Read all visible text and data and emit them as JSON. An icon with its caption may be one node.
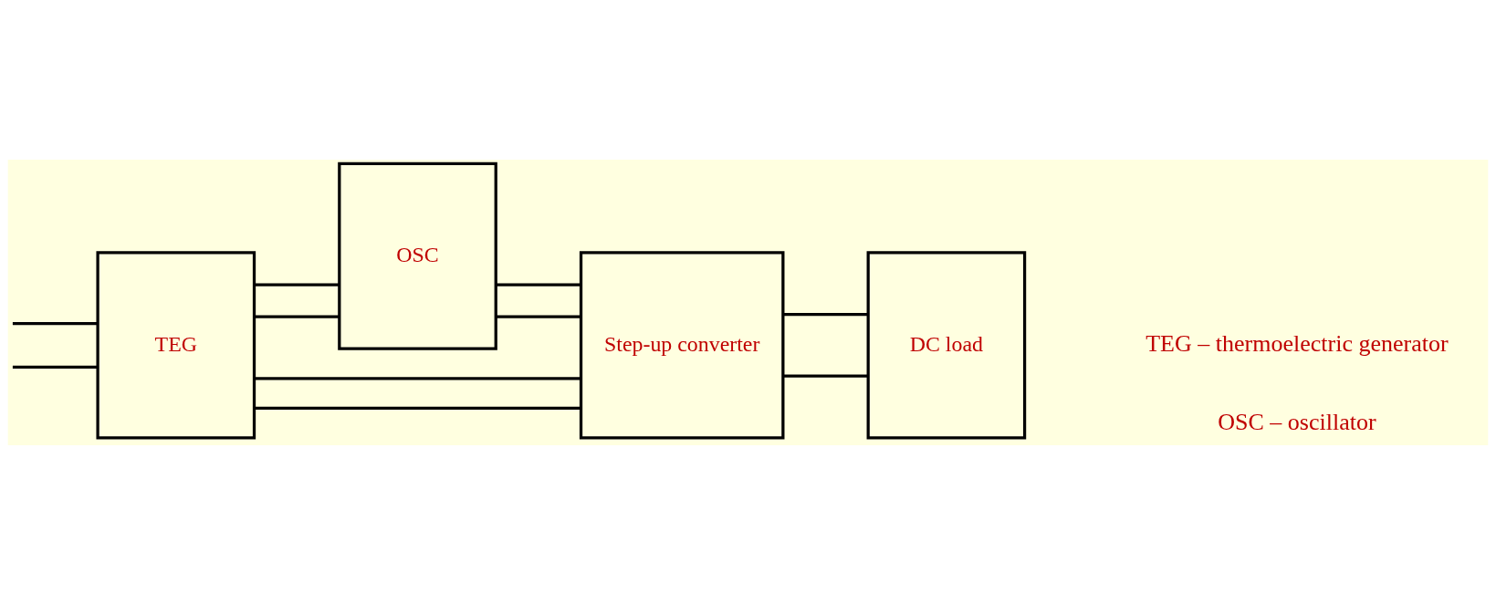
{
  "diagram": {
    "nodes": [
      {
        "text": [
          "TEG"
        ]
      },
      {
        "text": [
          "OSC"
        ]
      },
      {
        "text": [
          "Step-up converter"
        ]
      },
      {
        "text": [
          "DC load"
        ]
      }
    ],
    "edges": [
      {
        "from": null,
        "to": 0,
        "arrow": "none"
      },
      {
        "from": null,
        "to": 0,
        "arrow": "none"
      },
      {
        "from": 0,
        "to": 1,
        "arrow": "none"
      },
      {
        "from": 0,
        "to": 2,
        "arrow": "none"
      },
      {
        "from": 0,
        "to": 1,
        "arrow": "none"
      },
      {
        "from": 0,
        "to": 2,
        "arrow": "none"
      },
      {
        "from": 1,
        "to": 2,
        "arrow": "none"
      },
      {
        "from": 1,
        "to": 2,
        "arrow": "none"
      },
      {
        "from": 2,
        "to": 3,
        "arrow": "none"
      },
      {
        "from": 2,
        "to": 3,
        "arrow": "none"
      }
    ],
    "labels": [
      "TEG – thermoelectric generator",
      "OSC – oscillator"
    ]
  }
}
